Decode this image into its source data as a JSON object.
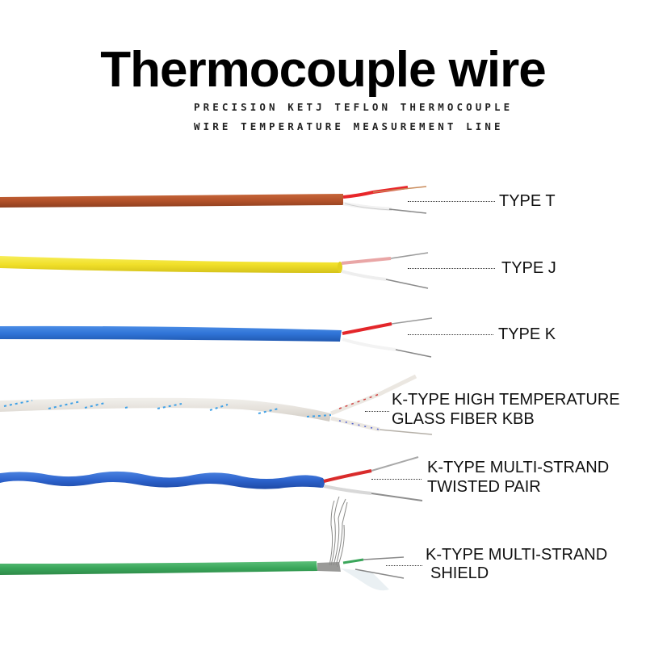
{
  "header": {
    "title": "Thermocouple wire",
    "subtitle_line1": "PRECISION KETJ TEFLON THERMOCOUPLE",
    "subtitle_line2": "WIRE TEMPERATURE MEASUREMENT LINE"
  },
  "wires": [
    {
      "id": "type-t",
      "label_lines": [
        "TYPE T"
      ],
      "jacket_color": "#b5532a",
      "conductor_colors": [
        "#e8262a",
        "#f2f2f2"
      ]
    },
    {
      "id": "type-j",
      "label_lines": [
        "TYPE J"
      ],
      "jacket_color": "#f2e22e",
      "conductor_colors": [
        "#e7a4a4",
        "#f0f0f0"
      ]
    },
    {
      "id": "type-k",
      "label_lines": [
        "TYPE K"
      ],
      "jacket_color": "#2f73d6",
      "conductor_colors": [
        "#e3262a",
        "#f2f2f2"
      ]
    },
    {
      "id": "k-type-glass-fiber",
      "label_lines": [
        "K-TYPE HIGH TEMPERATURE",
        "GLASS FIBER KBB"
      ],
      "jacket_color": "#e6e3df",
      "stripe_color": "#3ea0e6",
      "conductor_colors": [
        "#eeeae4",
        "#eeeae4"
      ]
    },
    {
      "id": "k-type-twisted-pair",
      "label_lines": [
        "K-TYPE MULTI-STRAND",
        "TWISTED PAIR"
      ],
      "jacket_color": "#2d63cc",
      "conductor_colors": [
        "#d92b2b",
        "#d0d0d0"
      ]
    },
    {
      "id": "k-type-shield",
      "label_lines": [
        "K-TYPE MULTI-STRAND",
        "SHIELD"
      ],
      "jacket_color": "#3aa65a",
      "conductor_colors": [
        "#3aa65a",
        "#9a9a9a"
      ]
    }
  ]
}
